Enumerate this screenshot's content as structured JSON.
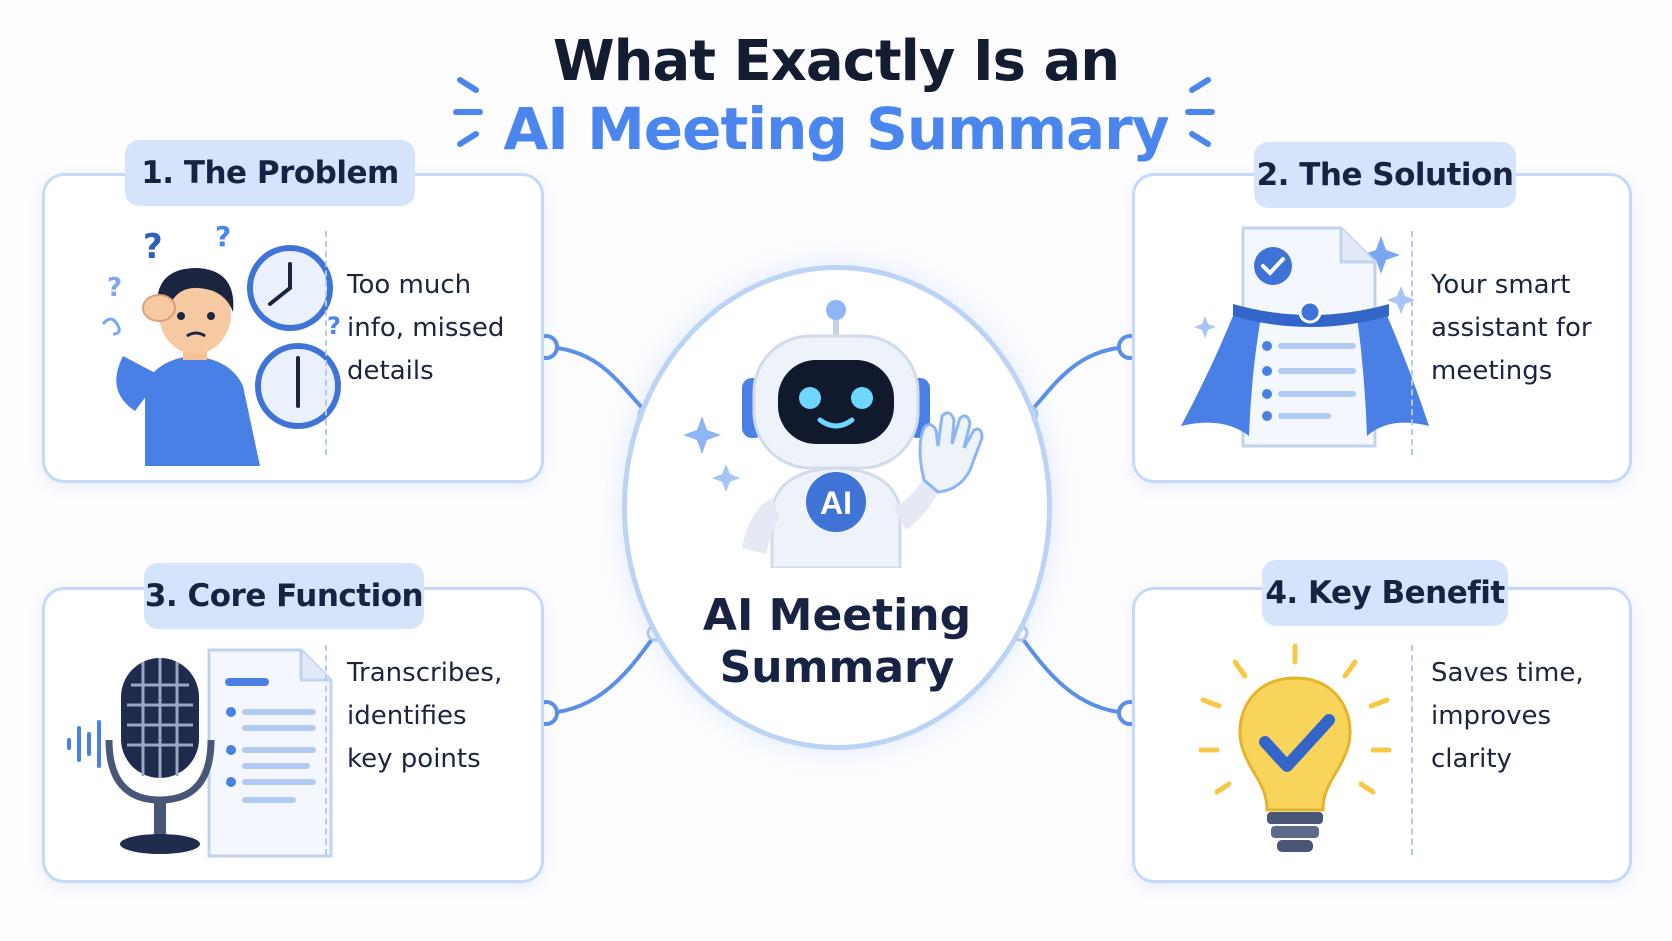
{
  "title": {
    "line1": "What Exactly Is an",
    "line2": "AI Meeting Summary"
  },
  "center": {
    "badge": "AI",
    "label_line1": "AI Meeting",
    "label_line2": "Summary"
  },
  "cards": [
    {
      "heading": "1. The Problem",
      "lines": [
        "Too much",
        "info, missed",
        "details"
      ]
    },
    {
      "heading": "2. The Solution",
      "lines": [
        "Your smart",
        "assistant for",
        "meetings"
      ]
    },
    {
      "heading": "3. Core Function",
      "lines": [
        "Transcribes,",
        "identifies",
        "key points"
      ]
    },
    {
      "heading": "4. Key Benefit",
      "lines": [
        "Saves time,",
        "improves",
        "clarity"
      ]
    }
  ],
  "colors": {
    "accent": "#4a86ee",
    "title_dark": "#141c30",
    "pill_bg": "#d5e4fb",
    "card_border": "#c6d9f8",
    "bulb": "#f7c846"
  },
  "icons": {
    "problem": "confused-person-with-clocks-icon",
    "solution": "document-with-cape-icon",
    "core": "microphone-and-document-icon",
    "benefit": "lightbulb-checkmark-icon",
    "center": "waving-robot-icon"
  }
}
